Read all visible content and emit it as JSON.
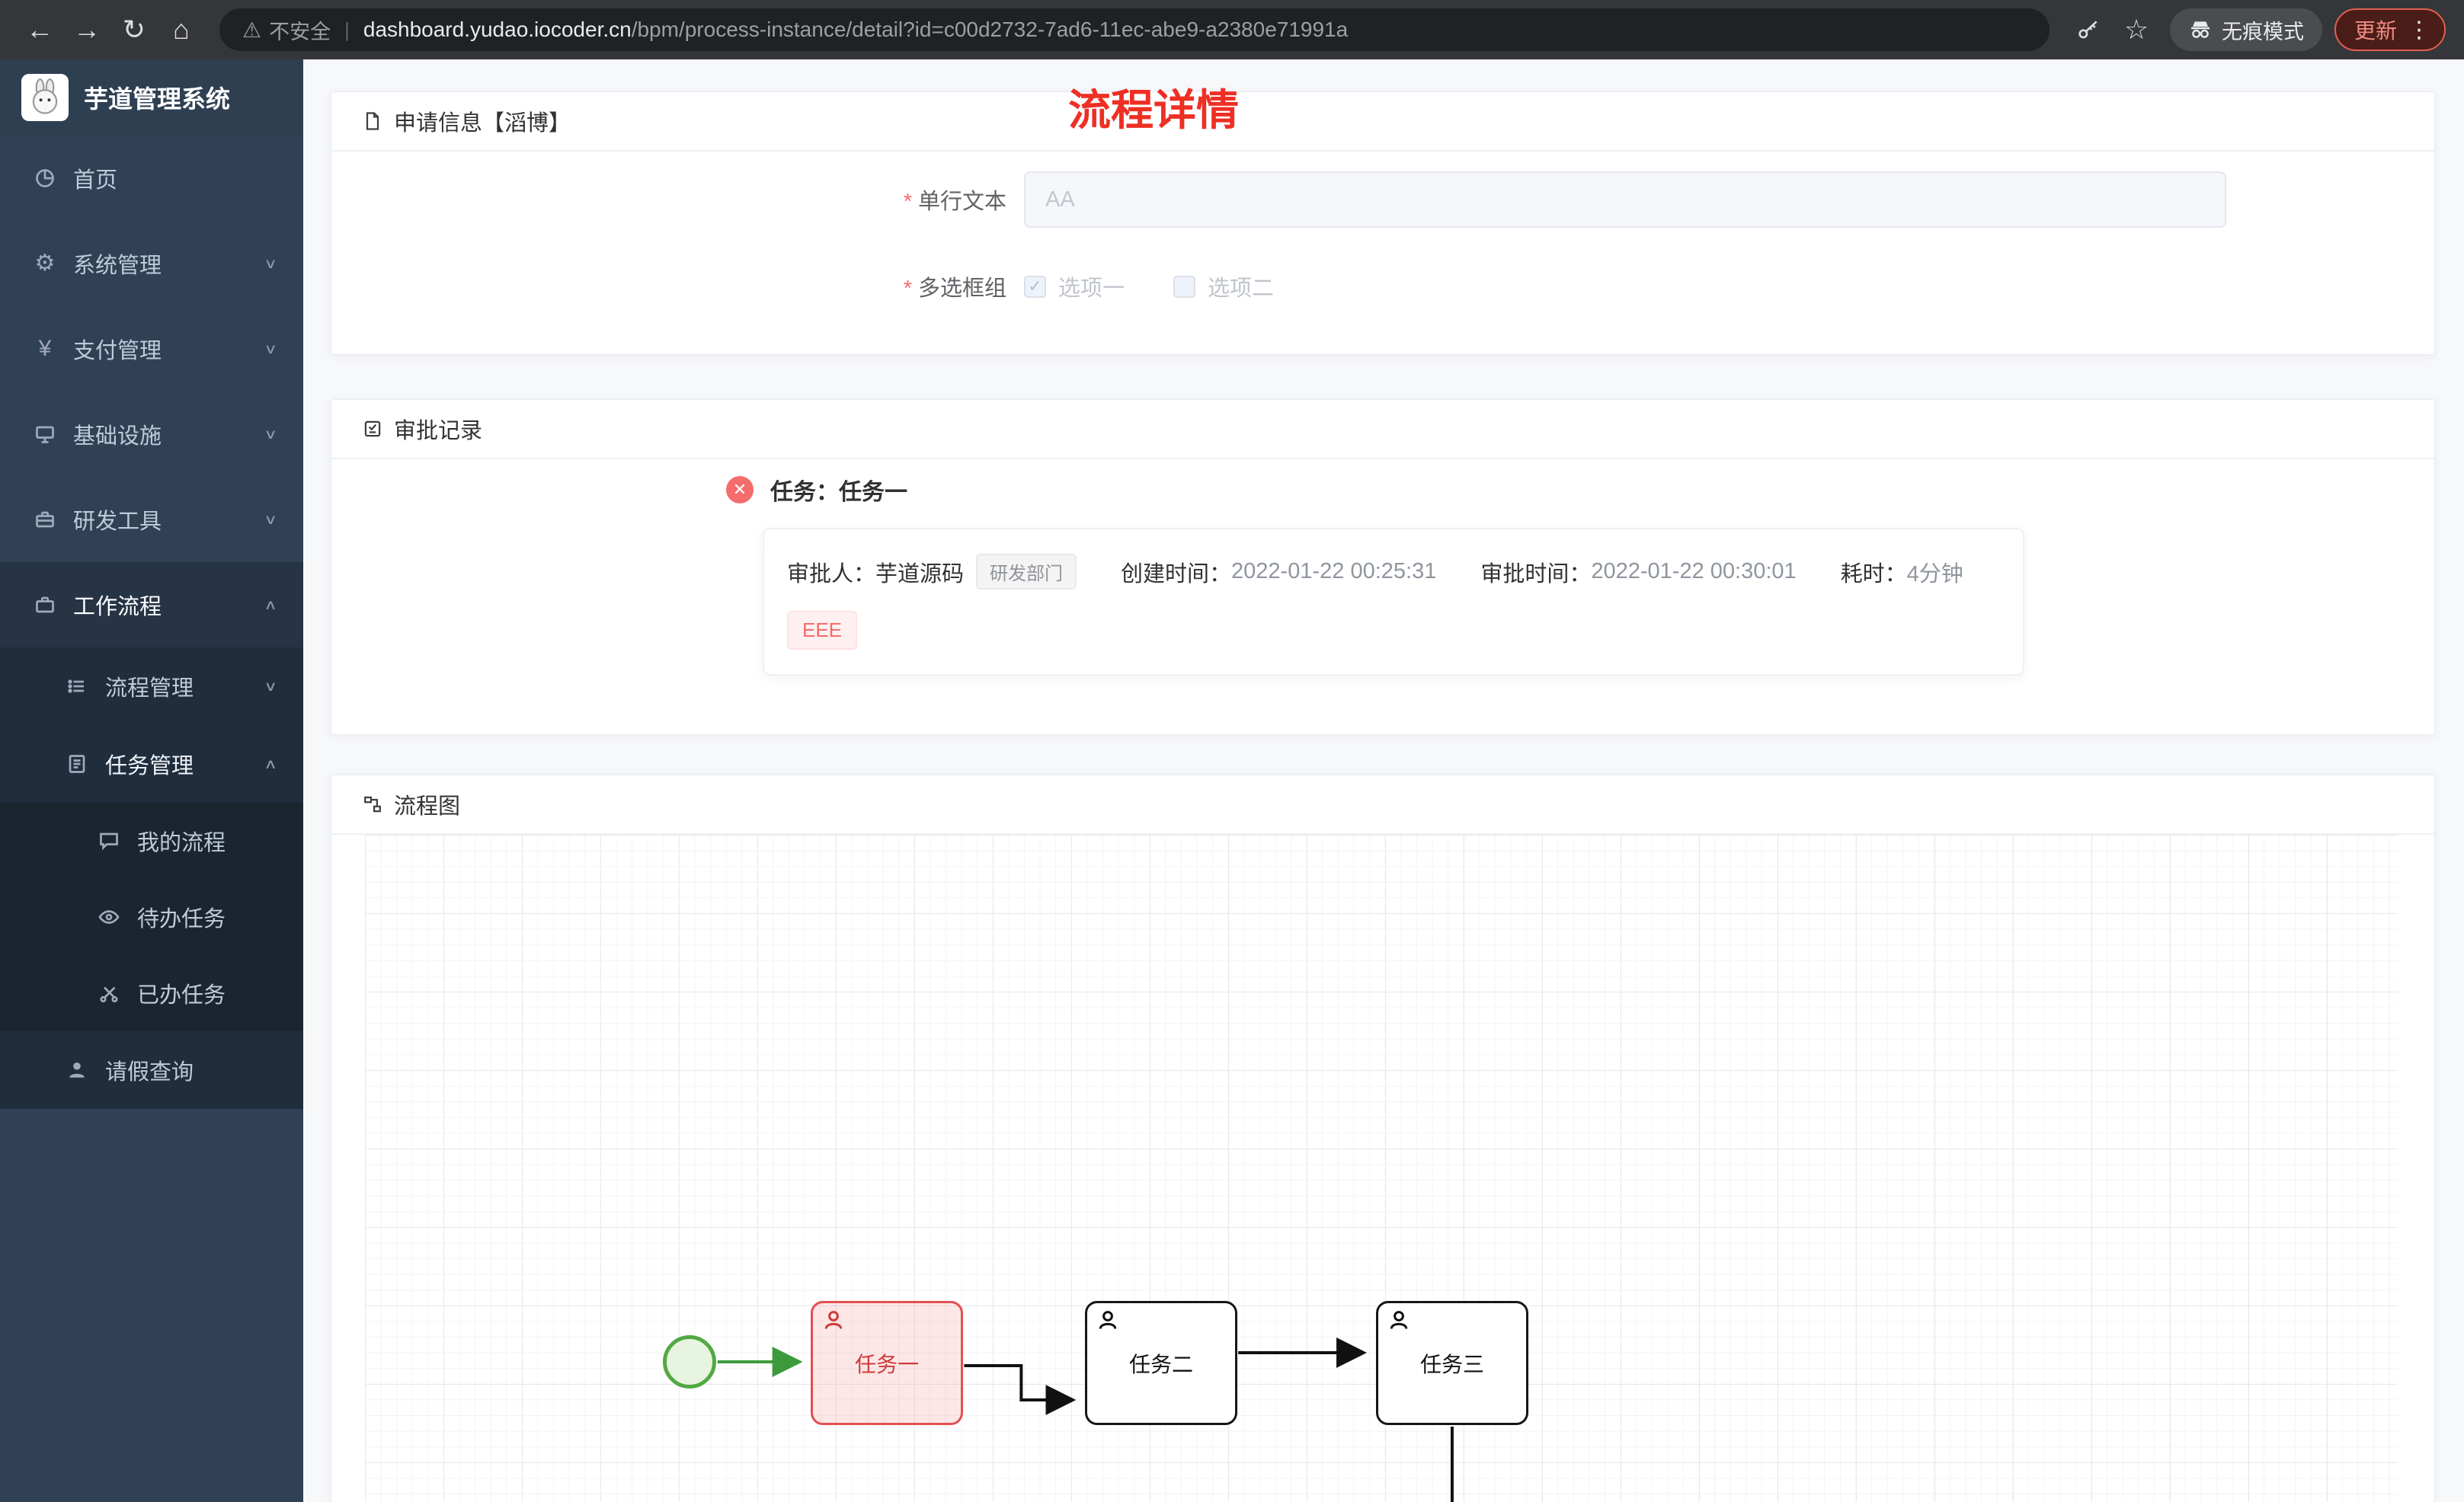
{
  "browser": {
    "security_text": "不安全",
    "url_domain": "dashboard.yudao.iocoder.cn",
    "url_path": "/bpm/process-instance/detail?id=c00d2732-7ad6-11ec-abe9-a2380e71991a",
    "incognito_label": "无痕模式",
    "update_label": "更新"
  },
  "sidebar": {
    "title": "芋道管理系统",
    "items": [
      {
        "label": "首页",
        "icon": "dashboard-icon"
      },
      {
        "label": "系统管理",
        "icon": "gear-icon"
      },
      {
        "label": "支付管理",
        "icon": "yen-icon"
      },
      {
        "label": "基础设施",
        "icon": "monitor-icon"
      },
      {
        "label": "研发工具",
        "icon": "toolbox-icon"
      },
      {
        "label": "工作流程",
        "icon": "briefcase-icon"
      },
      {
        "label": "流程管理",
        "icon": "list-icon"
      },
      {
        "label": "任务管理",
        "icon": "clipboard-icon"
      },
      {
        "label": "我的流程",
        "icon": "chat-icon"
      },
      {
        "label": "待办任务",
        "icon": "eye-icon"
      },
      {
        "label": "已办任务",
        "icon": "scissors-icon"
      },
      {
        "label": "请假查询",
        "icon": "user-icon"
      }
    ]
  },
  "main": {
    "title": "流程详情"
  },
  "apply": {
    "header": "申请信息【滔博】",
    "field1_label": "单行文本",
    "field1_value": "AA",
    "field2_label": "多选框组",
    "option1": "选项一",
    "option2": "选项二"
  },
  "approval": {
    "header": "审批记录",
    "task_title": "任务：任务一",
    "approver_label": "审批人：",
    "approver": "芋道源码",
    "dept_tag": "研发部门",
    "created_label": "创建时间：",
    "created_value": "2022-01-22 00:25:31",
    "approved_label": "审批时间：",
    "approved_value": "2022-01-22 00:30:01",
    "duration_label": "耗时：",
    "duration_value": "4分钟",
    "reason_tag": "EEE"
  },
  "flow": {
    "header": "流程图",
    "nodes": {
      "task1": "任务一",
      "task2": "任务二",
      "task3": "任务三"
    }
  },
  "colors": {
    "title_red": "#ee2f24",
    "status_red": "#f56c6c",
    "sidebar_bg": "#304156",
    "submenu_bg": "#1f2d3d",
    "start_green": "#52a843",
    "task_highlight_border": "#e25050"
  }
}
